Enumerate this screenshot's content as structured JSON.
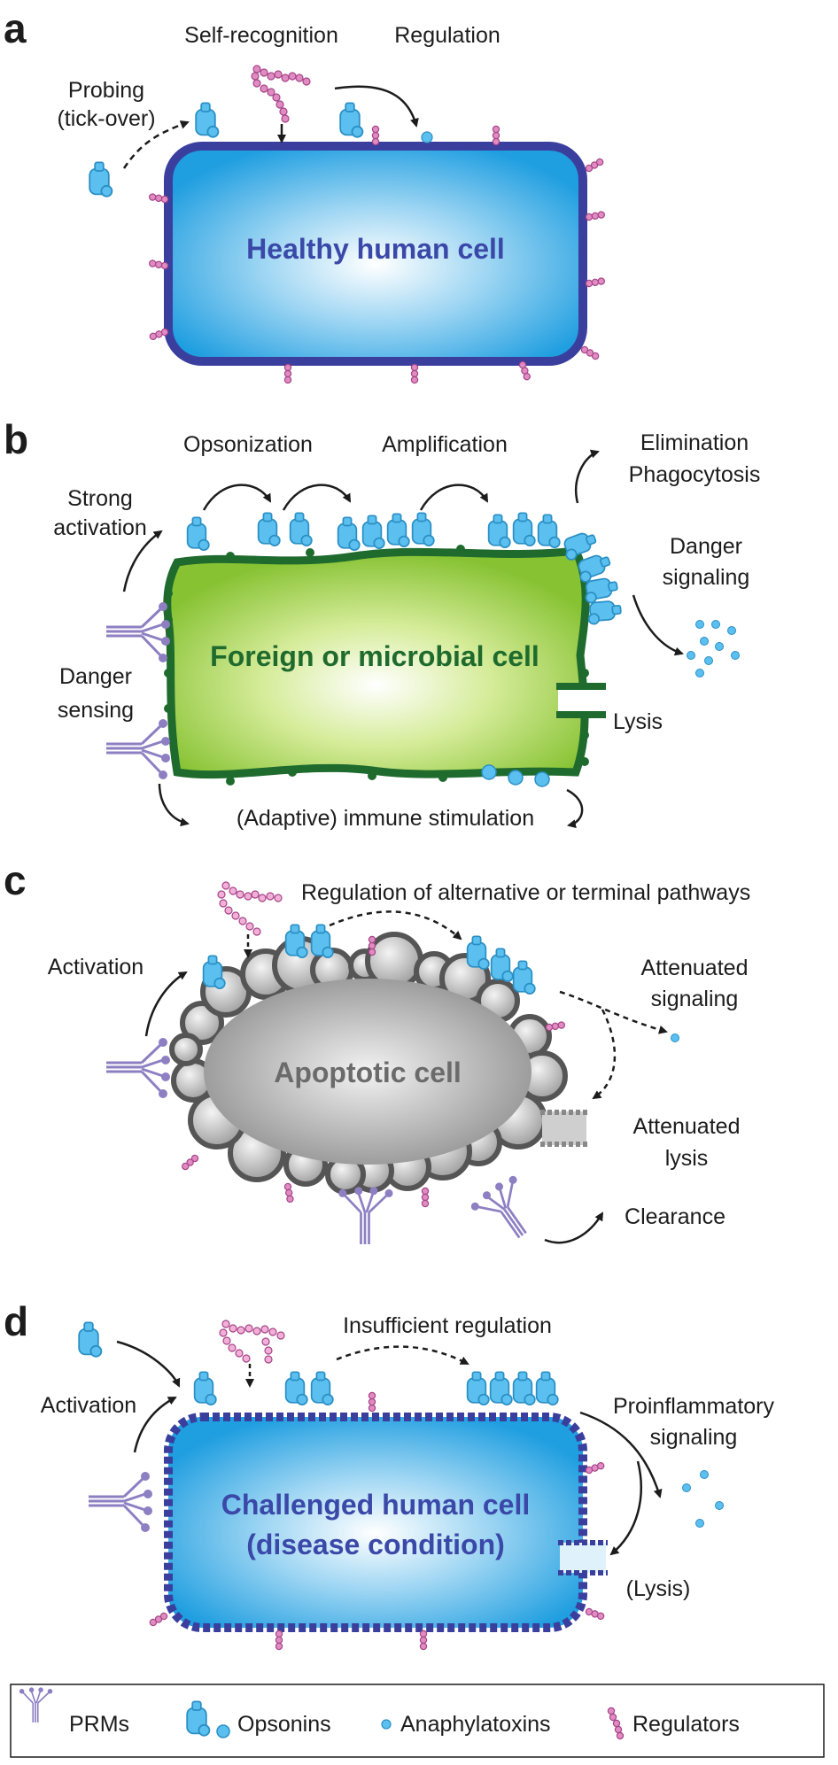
{
  "panels": {
    "a": {
      "letter": "a",
      "cell": "Healthy human cell",
      "labels": {
        "probing1": "Probing",
        "probing2": "(tick-over)",
        "self": "Self-recognition",
        "regulation": "Regulation"
      }
    },
    "b": {
      "letter": "b",
      "cell": "Foreign or microbial cell",
      "labels": {
        "strong1": "Strong",
        "strong2": "activation",
        "opsonization": "Opsonization",
        "amplification": "Amplification",
        "elim1": "Elimination",
        "elim2": "Phagocytosis",
        "danger1": "Danger",
        "danger2": "signaling",
        "sensing1": "Danger",
        "sensing2": "sensing",
        "lysis": "Lysis",
        "adaptive": "(Adaptive) immune stimulation"
      }
    },
    "c": {
      "letter": "c",
      "cell": "Apoptotic cell",
      "labels": {
        "regalt": "Regulation of alternative or terminal pathways",
        "activation": "Activation",
        "att1": "Attenuated",
        "att2": "signaling",
        "attl1": "Attenuated",
        "attl2": "lysis",
        "clearance": "Clearance"
      }
    },
    "d": {
      "letter": "d",
      "cell1": "Challenged human cell",
      "cell2": "(disease condition)",
      "labels": {
        "insufficient": "Insufficient regulation",
        "activation": "Activation",
        "pro1": "Proinflammatory",
        "pro2": "signaling",
        "lysis": "(Lysis)"
      }
    }
  },
  "legend": {
    "prms": "PRMs",
    "opsonins": "Opsonins",
    "anaphylatoxins": "Anaphylatoxins",
    "regulators": "Regulators"
  },
  "colors": {
    "healthy_border": "#3a3f9e",
    "healthy_fill": "#3aaee6",
    "healthy_text": "#3a48a8",
    "foreign_border": "#1f6b2e",
    "foreign_fill": "#8fcb3c",
    "foreign_text": "#1f6b2e",
    "apoptotic_fill": "#9a9a9a",
    "apoptotic_border": "#555555",
    "apoptotic_text": "#6b6b6b",
    "opsonin": "#5bbfef",
    "regulator": "#d06aa8",
    "prm": "#8d7fc2"
  }
}
